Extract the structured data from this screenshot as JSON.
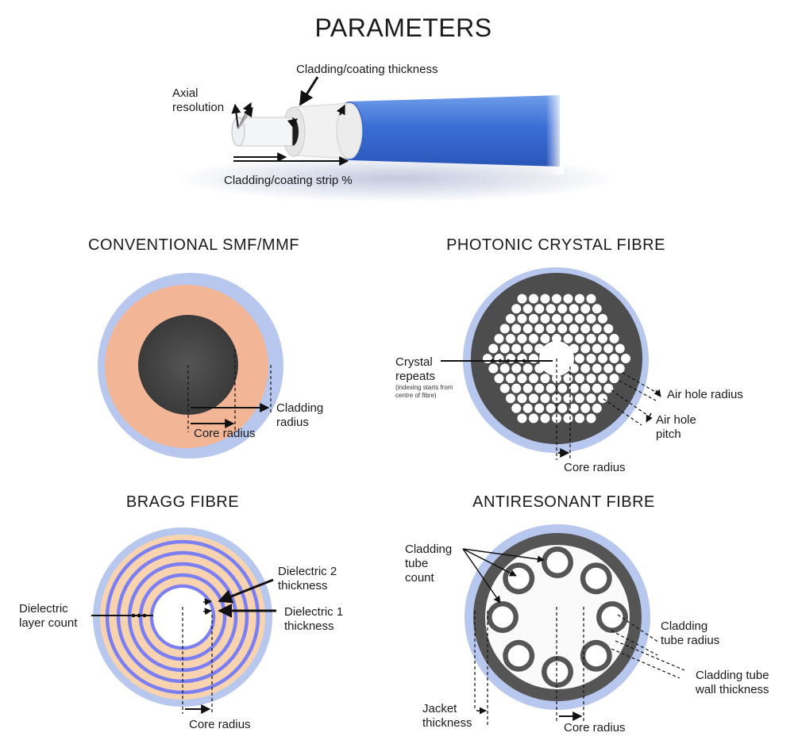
{
  "title": "PARAMETERS",
  "fibre_strip": {
    "cladding_coating_thickness": "Cladding/coating thickness",
    "axial_resolution": [
      "Axial",
      "resolution"
    ],
    "strip_percent": "Cladding/coating strip %"
  },
  "conventional": {
    "heading": "CONVENTIONAL SMF/MMF",
    "cladding_radius": [
      "Cladding",
      "radius"
    ],
    "core_radius": "Core radius",
    "colors": {
      "jacket": "#b7c7ee",
      "cladding": "#f2b596",
      "core": "#474747"
    }
  },
  "photonic": {
    "heading": "PHOTONIC CRYSTAL FIBRE",
    "crystal_repeats": [
      "Crystal",
      "repeats"
    ],
    "crystal_note": [
      "(indexing starts from",
      "centre of fibre)"
    ],
    "air_hole_radius": "Air hole radius",
    "air_hole_pitch": [
      "Air hole",
      "pitch"
    ],
    "core_radius": "Core radius",
    "colors": {
      "jacket": "#b7c7ee",
      "cladding": "#4d4d4d",
      "holes": "#ffffff"
    }
  },
  "bragg": {
    "heading": "BRAGG FIBRE",
    "dielectric_layer_count": [
      "Dielectric",
      "layer count"
    ],
    "dielectric2": [
      "Dielectric 2",
      "thickness"
    ],
    "dielectric1": [
      "Dielectric 1",
      "thickness"
    ],
    "core_radius": "Core radius",
    "colors": {
      "jacket": "#b7c7ee",
      "layer1": "#f8d3b0",
      "layer2": "#7b7ff2"
    }
  },
  "antiresonant": {
    "heading": "ANTIRESONANT FIBRE",
    "tube_count": [
      "Cladding",
      "tube",
      "count"
    ],
    "tube_radius": [
      "Cladding",
      "tube radius"
    ],
    "wall_thickness": [
      "Cladding tube",
      "wall thickness"
    ],
    "jacket_thickness": [
      "Jacket",
      "thickness"
    ],
    "core_radius": "Core radius",
    "colors": {
      "jacket": "#b7c7ee",
      "cladding": "#555555"
    }
  }
}
